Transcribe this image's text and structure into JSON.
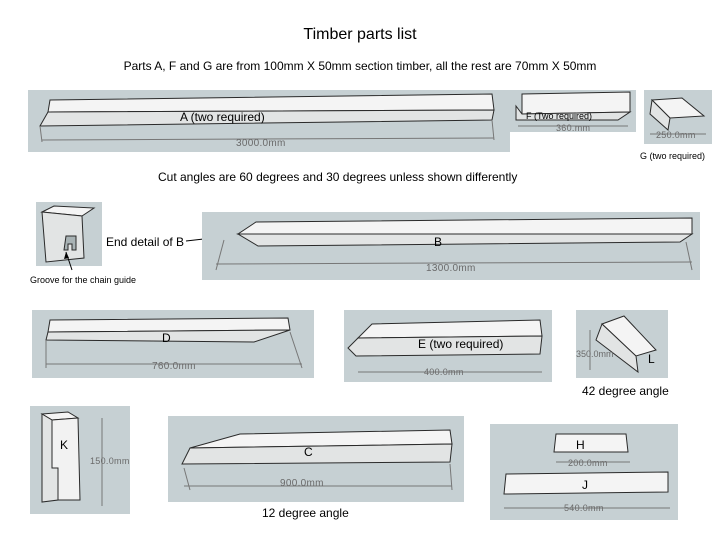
{
  "title": "Timber parts list",
  "subtitle": "Parts A, F and G are from 100mm X 50mm section timber, all the rest are 70mm X 50mm",
  "cut_note": "Cut angles are 60 degrees and 30 degrees unless shown differently",
  "parts": {
    "A": {
      "label": "A (two required)",
      "dim": "3000.0mm"
    },
    "F": {
      "label": "F (Two required)",
      "dim": "360.mm"
    },
    "G": {
      "label": "G (two required)",
      "dim": "250.0mm"
    },
    "B": {
      "label": "B",
      "dim": "1300.0mm"
    },
    "end_detail": {
      "label": "End detail of B",
      "groove": "Groove for the chain guide"
    },
    "D": {
      "label": "D",
      "dim": "760.0mm"
    },
    "E": {
      "label": "E (two required)",
      "dim": "400.0mm"
    },
    "L": {
      "label": "L",
      "dim": "350.0mm",
      "angle_note": "42 degree angle"
    },
    "K": {
      "label": "K",
      "dim": "150.0mm"
    },
    "C": {
      "label": "C",
      "dim": "900.0mm",
      "angle_note": "12 degree angle"
    },
    "H": {
      "label": "H",
      "dim": "200.0mm"
    },
    "J": {
      "label": "J",
      "dim": "540.0mm"
    }
  },
  "colors": {
    "panel_bg": "#c6d0d3",
    "timber_top": "#f4f4f4",
    "timber_face": "#e2e4e4",
    "outline": "#2a2a2a"
  }
}
